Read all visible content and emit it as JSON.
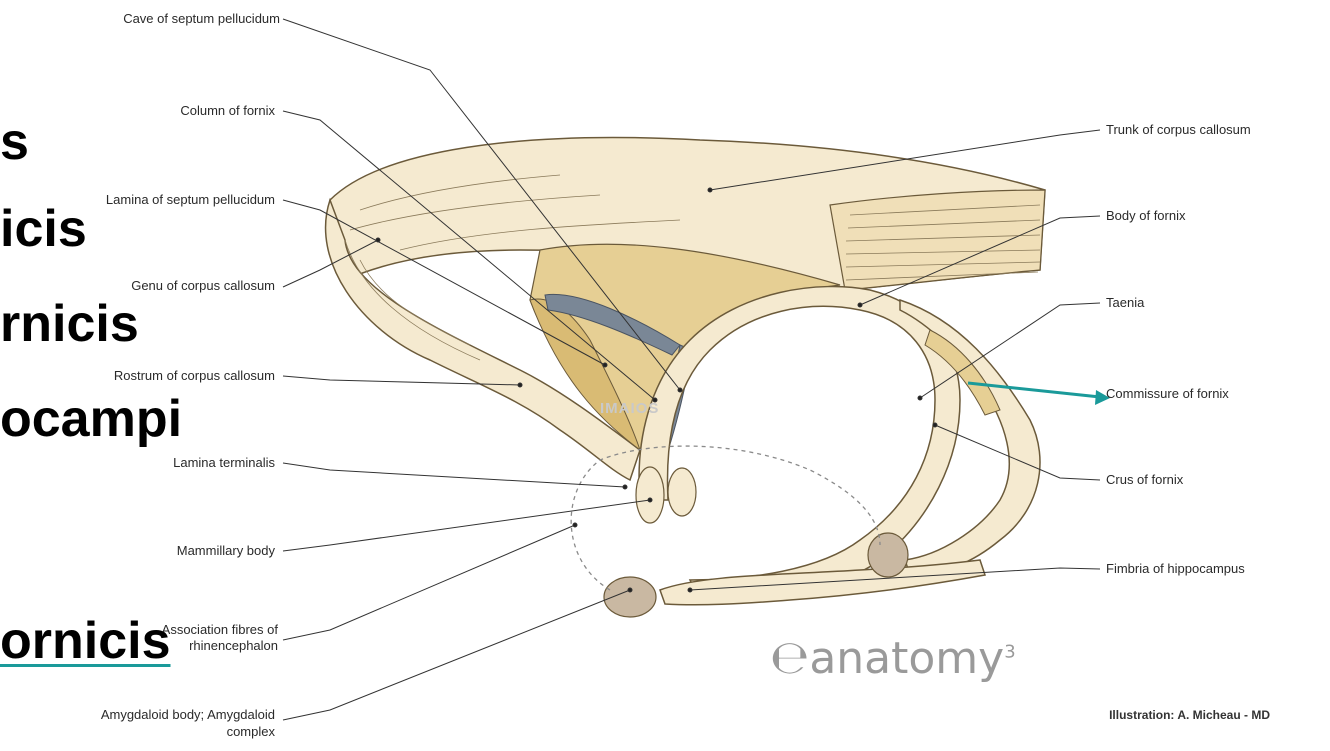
{
  "left_labels": [
    {
      "id": "cave",
      "text": "Cave of septum pellucidum"
    },
    {
      "id": "column",
      "text": "Column of fornix"
    },
    {
      "id": "lamina-septum",
      "text": "Lamina of septum pellucidum"
    },
    {
      "id": "genu",
      "text": "Genu of corpus callosum"
    },
    {
      "id": "rostrum",
      "text": "Rostrum of corpus callosum"
    },
    {
      "id": "lamina-terminalis",
      "text": "Lamina terminalis"
    },
    {
      "id": "mammillary",
      "text": "Mammillary body"
    },
    {
      "id": "association",
      "text": "Association fibres of rhinencephalon"
    },
    {
      "id": "amygdaloid-1",
      "text": "Amygdaloid body; Amygdaloid"
    },
    {
      "id": "amygdaloid-2",
      "text": "complex"
    }
  ],
  "right_labels": [
    {
      "id": "trunk",
      "text": "Trunk of corpus callosum"
    },
    {
      "id": "body",
      "text": "Body of fornix"
    },
    {
      "id": "taenia",
      "text": "Taenia"
    },
    {
      "id": "commissure",
      "text": "Commissure of fornix"
    },
    {
      "id": "crus",
      "text": "Crus of fornix"
    },
    {
      "id": "fimbria",
      "text": "Fimbria of hippocampus"
    }
  ],
  "overlay_text": [
    {
      "id": "s",
      "text": "s"
    },
    {
      "id": "icis",
      "text": "icis"
    },
    {
      "id": "rnicis",
      "text": "rnicis"
    },
    {
      "id": "ocampi",
      "text": "ocampi"
    },
    {
      "id": "ornicis",
      "text": "ornicis"
    }
  ],
  "watermark": "IMAIOS",
  "logo": {
    "text": "anatomy",
    "sup": "3"
  },
  "credit": "Illustration: A. Micheau - MD",
  "colors": {
    "arrow": "#1a9a9a",
    "fill_light": "#f5ead0",
    "fill_mid": "#e6cf94",
    "fill_dark": "#d9bb74",
    "gray_blue": "#7a8796",
    "amygdala": "#c9b8a2",
    "outline": "#6b5a3a"
  }
}
